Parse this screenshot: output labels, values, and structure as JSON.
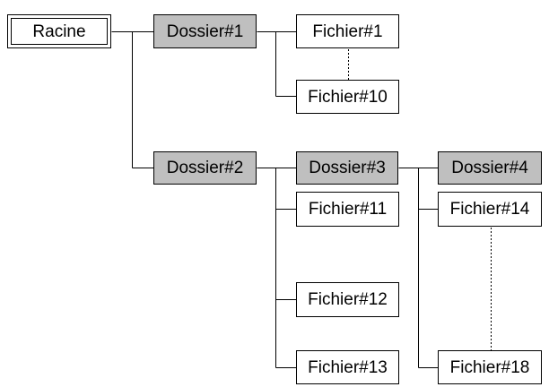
{
  "colors": {
    "root_fill": "#ffffff",
    "folder_fill": "#bfbfbf",
    "file_fill": "#ffffff",
    "line": "#000000"
  },
  "nodes": {
    "root": "Racine",
    "dossier1": "Dossier#1",
    "dossier2": "Dossier#2",
    "dossier3": "Dossier#3",
    "dossier4": "Dossier#4",
    "fichier1": "Fichier#1",
    "fichier10": "Fichier#10",
    "fichier11": "Fichier#11",
    "fichier12": "Fichier#12",
    "fichier13": "Fichier#13",
    "fichier14": "Fichier#14",
    "fichier18": "Fichier#18"
  }
}
